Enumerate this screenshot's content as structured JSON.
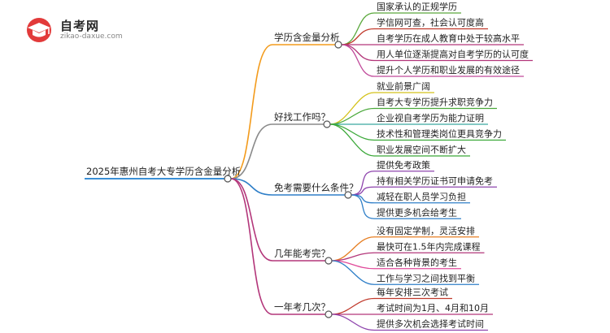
{
  "logo": {
    "name": "自考网",
    "url_text": "zikao-daxue.com"
  },
  "colors": {
    "root_line": "#3a8fd6",
    "branches": [
      "#f39b1c",
      "#8a8a8a",
      "#2f7fc8",
      "#b3367a",
      "#b3367a"
    ],
    "leaves": [
      [
        "#5aa83c",
        "#c0392b",
        "#b3367a",
        "#b3367a",
        "#c0499a"
      ],
      [
        "#d4c21a",
        "#4aa83a",
        "#3aa8a0",
        "#3aa838",
        "#3aa838"
      ],
      [
        "#8e44ad",
        "#8e44ad",
        "#2f7fc8",
        "#2f7fc8"
      ],
      [
        "#e67e22",
        "#b3367a",
        "#e04a9a",
        "#2f7fc8"
      ],
      [
        "#c0392b",
        "#b3367a",
        "#8e44ad"
      ]
    ]
  },
  "mindmap": {
    "root": "2025年惠州自考大专学历含金量分析",
    "branches": [
      {
        "label": "学历含金量分析",
        "leaves": [
          "国家承认的正规学历",
          "学信网可查，社会认可度高",
          "自考学历在成人教育中处于较高水平",
          "用人单位逐渐提高对自考学历的认可度",
          "提升个人学历和职业发展的有效途径"
        ]
      },
      {
        "label": "好找工作吗？",
        "leaves": [
          "就业前景广阔",
          "自考大专学历提升求职竞争力",
          "企业视自考学历为能力证明",
          "技术性和管理类岗位更具竞争力",
          "职业发展空间不断扩大"
        ]
      },
      {
        "label": "免考需要什么条件？",
        "leaves": [
          "提供免考政策",
          "持有相关学历证书可申请免考",
          "减轻在职人员学习负担",
          "提供更多机会给考生"
        ]
      },
      {
        "label": "几年能考完？",
        "leaves": [
          "没有固定学制，灵活安排",
          "最快可在1.5年内完成课程",
          "适合各种背景的考生",
          "工作与学习之间找到平衡"
        ]
      },
      {
        "label": "一年考几次？",
        "leaves": [
          "每年安排三次考试",
          "考试时间为1月、4月和10月",
          "提供多次机会选择考试时间"
        ]
      }
    ]
  }
}
